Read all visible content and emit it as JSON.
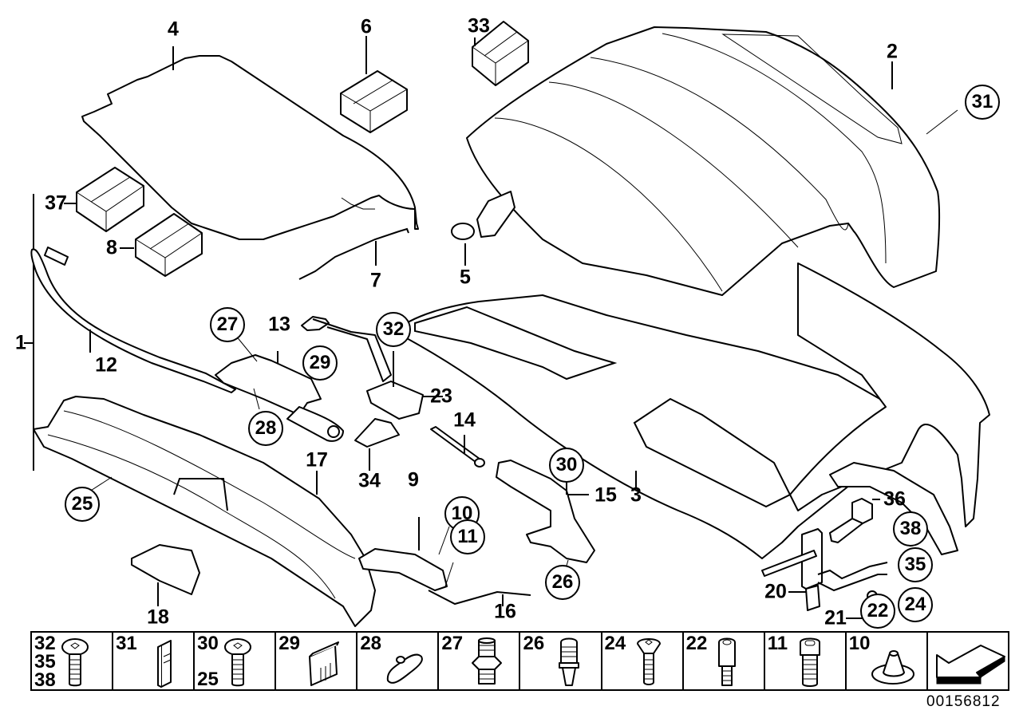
{
  "diagram": {
    "title": "Convertible top parts diagram",
    "diagram_code": "00156812",
    "callouts": [
      {
        "num": "1",
        "circled": false
      },
      {
        "num": "2",
        "circled": false
      },
      {
        "num": "3",
        "circled": false
      },
      {
        "num": "4",
        "circled": false
      },
      {
        "num": "5",
        "circled": false
      },
      {
        "num": "6",
        "circled": false
      },
      {
        "num": "7",
        "circled": false
      },
      {
        "num": "8",
        "circled": false
      },
      {
        "num": "9",
        "circled": false
      },
      {
        "num": "10",
        "circled": true
      },
      {
        "num": "11",
        "circled": true
      },
      {
        "num": "12",
        "circled": false
      },
      {
        "num": "13",
        "circled": false
      },
      {
        "num": "14",
        "circled": false
      },
      {
        "num": "15",
        "circled": false
      },
      {
        "num": "16",
        "circled": false
      },
      {
        "num": "17",
        "circled": false
      },
      {
        "num": "18",
        "circled": false
      },
      {
        "num": "20",
        "circled": false
      },
      {
        "num": "21",
        "circled": false
      },
      {
        "num": "22",
        "circled": true
      },
      {
        "num": "23",
        "circled": false
      },
      {
        "num": "24",
        "circled": true
      },
      {
        "num": "25",
        "circled": true
      },
      {
        "num": "26",
        "circled": true
      },
      {
        "num": "27",
        "circled": true
      },
      {
        "num": "28",
        "circled": true
      },
      {
        "num": "29",
        "circled": true
      },
      {
        "num": "30",
        "circled": true
      },
      {
        "num": "31",
        "circled": true
      },
      {
        "num": "32",
        "circled": true
      },
      {
        "num": "33",
        "circled": false
      },
      {
        "num": "34",
        "circled": false
      },
      {
        "num": "35",
        "circled": true
      },
      {
        "num": "36",
        "circled": false
      },
      {
        "num": "37",
        "circled": false
      },
      {
        "num": "38",
        "circled": true
      }
    ]
  },
  "hardware_strip": [
    {
      "nums": [
        "32",
        "35",
        "38"
      ],
      "icon": "torx-pan-screw-icon"
    },
    {
      "nums": [
        "31"
      ],
      "icon": "clip-icon"
    },
    {
      "nums": [
        "30",
        "25"
      ],
      "icon": "torx-pan-screw-icon"
    },
    {
      "nums": [
        "29"
      ],
      "icon": "clip-plate-icon"
    },
    {
      "nums": [
        "28"
      ],
      "icon": "cable-clip-icon"
    },
    {
      "nums": [
        "27"
      ],
      "icon": "hex-stud-icon"
    },
    {
      "nums": [
        "26"
      ],
      "icon": "ball-stud-icon"
    },
    {
      "nums": [
        "24"
      ],
      "icon": "countersunk-screw-icon"
    },
    {
      "nums": [
        "22"
      ],
      "icon": "spacer-bolt-icon"
    },
    {
      "nums": [
        "11"
      ],
      "icon": "socket-head-screw-icon"
    },
    {
      "nums": [
        "10"
      ],
      "icon": "grommet-nut-icon"
    },
    {
      "nums": [],
      "icon": "direction-arrow-icon"
    }
  ]
}
